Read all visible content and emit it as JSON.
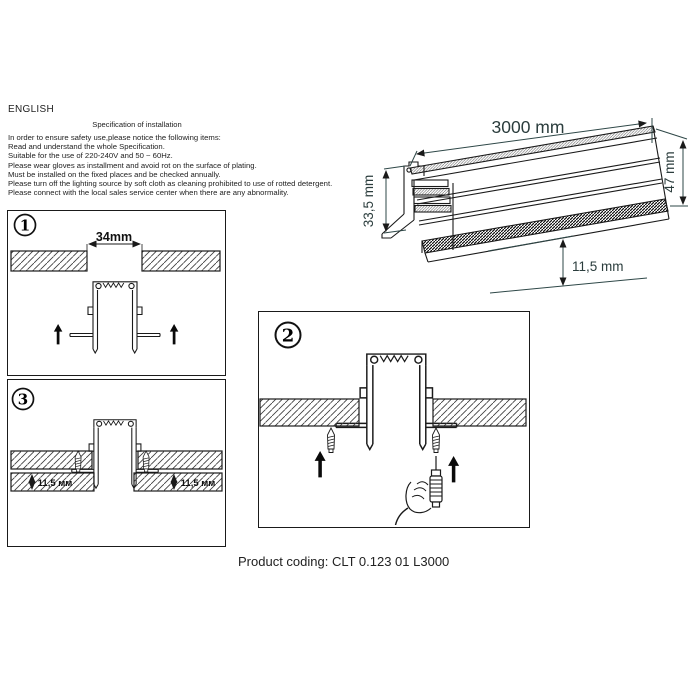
{
  "header": {
    "language": "ENGLISH",
    "spec_title": "Specification of installation",
    "spec_lines": [
      "In order to ensure safety use,please notice the following items:",
      "Read and understand the whole Specification.",
      "Suitable for the use of 220-240V and 50 ~ 60Hz.",
      "Please wear gloves as installment and avoid rot on the surface of plating.",
      "Must be installed on the fixed places and be checked annually.",
      "Please turn off the lighting source by soft cloth as cleaning prohibited to use of rotted detergent.",
      "Please connect with the local sales service center when there are any abnormality."
    ]
  },
  "iso": {
    "length": "3000 mm",
    "height": "47 mm",
    "side_height": "33,5 mm",
    "lip": "11,5 mm"
  },
  "steps": {
    "one": {
      "num": "1",
      "gap": "34mm"
    },
    "two": {
      "num": "2"
    },
    "three": {
      "num": "3",
      "left_label": "11,5 мм",
      "right_label": "11,5 мм"
    }
  },
  "footer": {
    "product_coding": "Product coding: CLT 0.123 01 L3000"
  }
}
